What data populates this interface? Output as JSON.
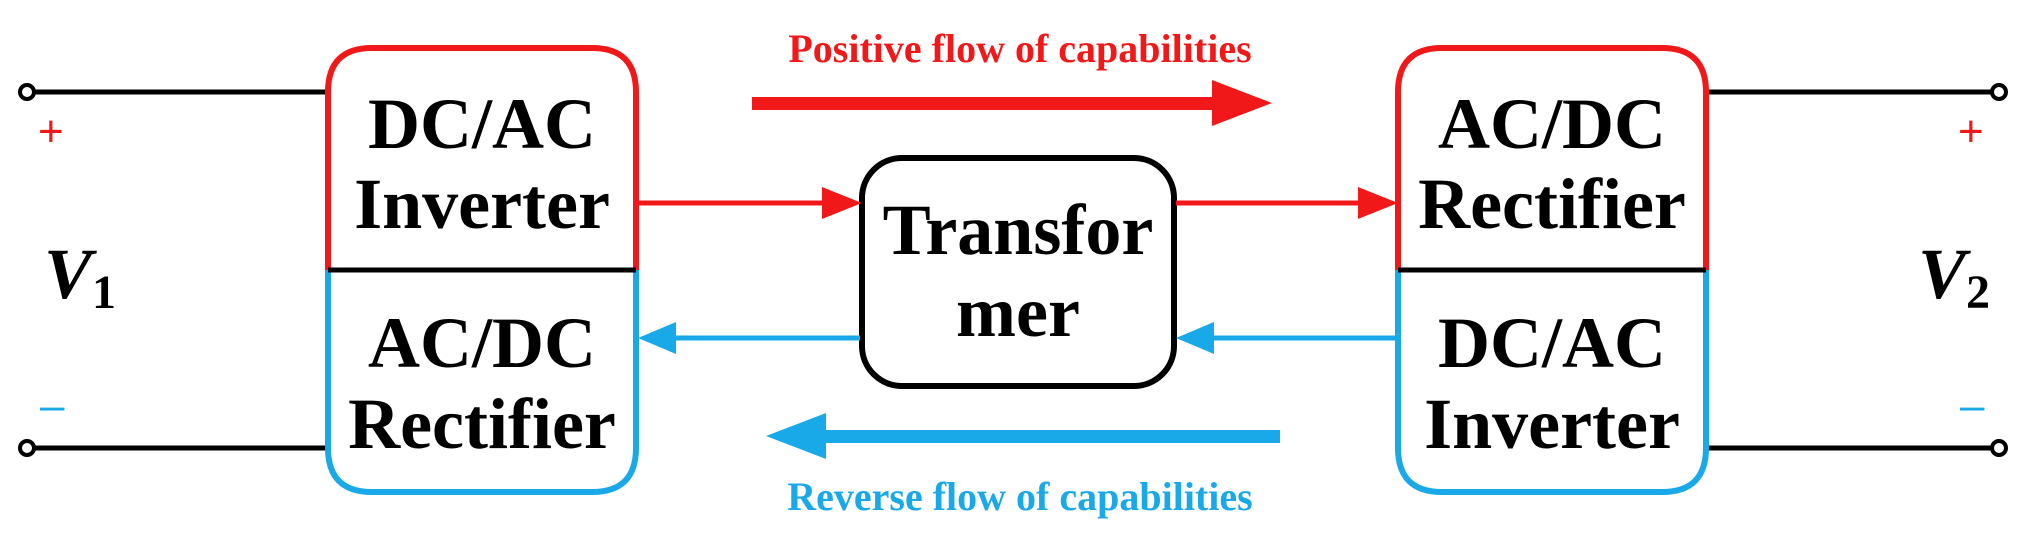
{
  "colors": {
    "positive": "#f01818",
    "reverse": "#1aa9e8",
    "line": "#000000"
  },
  "left_block": {
    "top": {
      "line1": "DC/AC",
      "line2": "Inverter"
    },
    "bottom": {
      "line1": "AC/DC",
      "line2": "Rectifier"
    }
  },
  "right_block": {
    "top": {
      "line1": "AC/DC",
      "line2": "Rectifier"
    },
    "bottom": {
      "line1": "DC/AC",
      "line2": "Inverter"
    }
  },
  "transformer": {
    "line1": "Transfor",
    "line2": "mer"
  },
  "flows": {
    "positive_label": "Positive flow of capabilities",
    "reverse_label": "Reverse flow of capabilities"
  },
  "left_port": {
    "plus": "+",
    "minus": "–",
    "voltage_symbol": "V",
    "voltage_sub": "1"
  },
  "right_port": {
    "plus": "+",
    "minus": "–",
    "voltage_symbol": "V",
    "voltage_sub": "2"
  }
}
